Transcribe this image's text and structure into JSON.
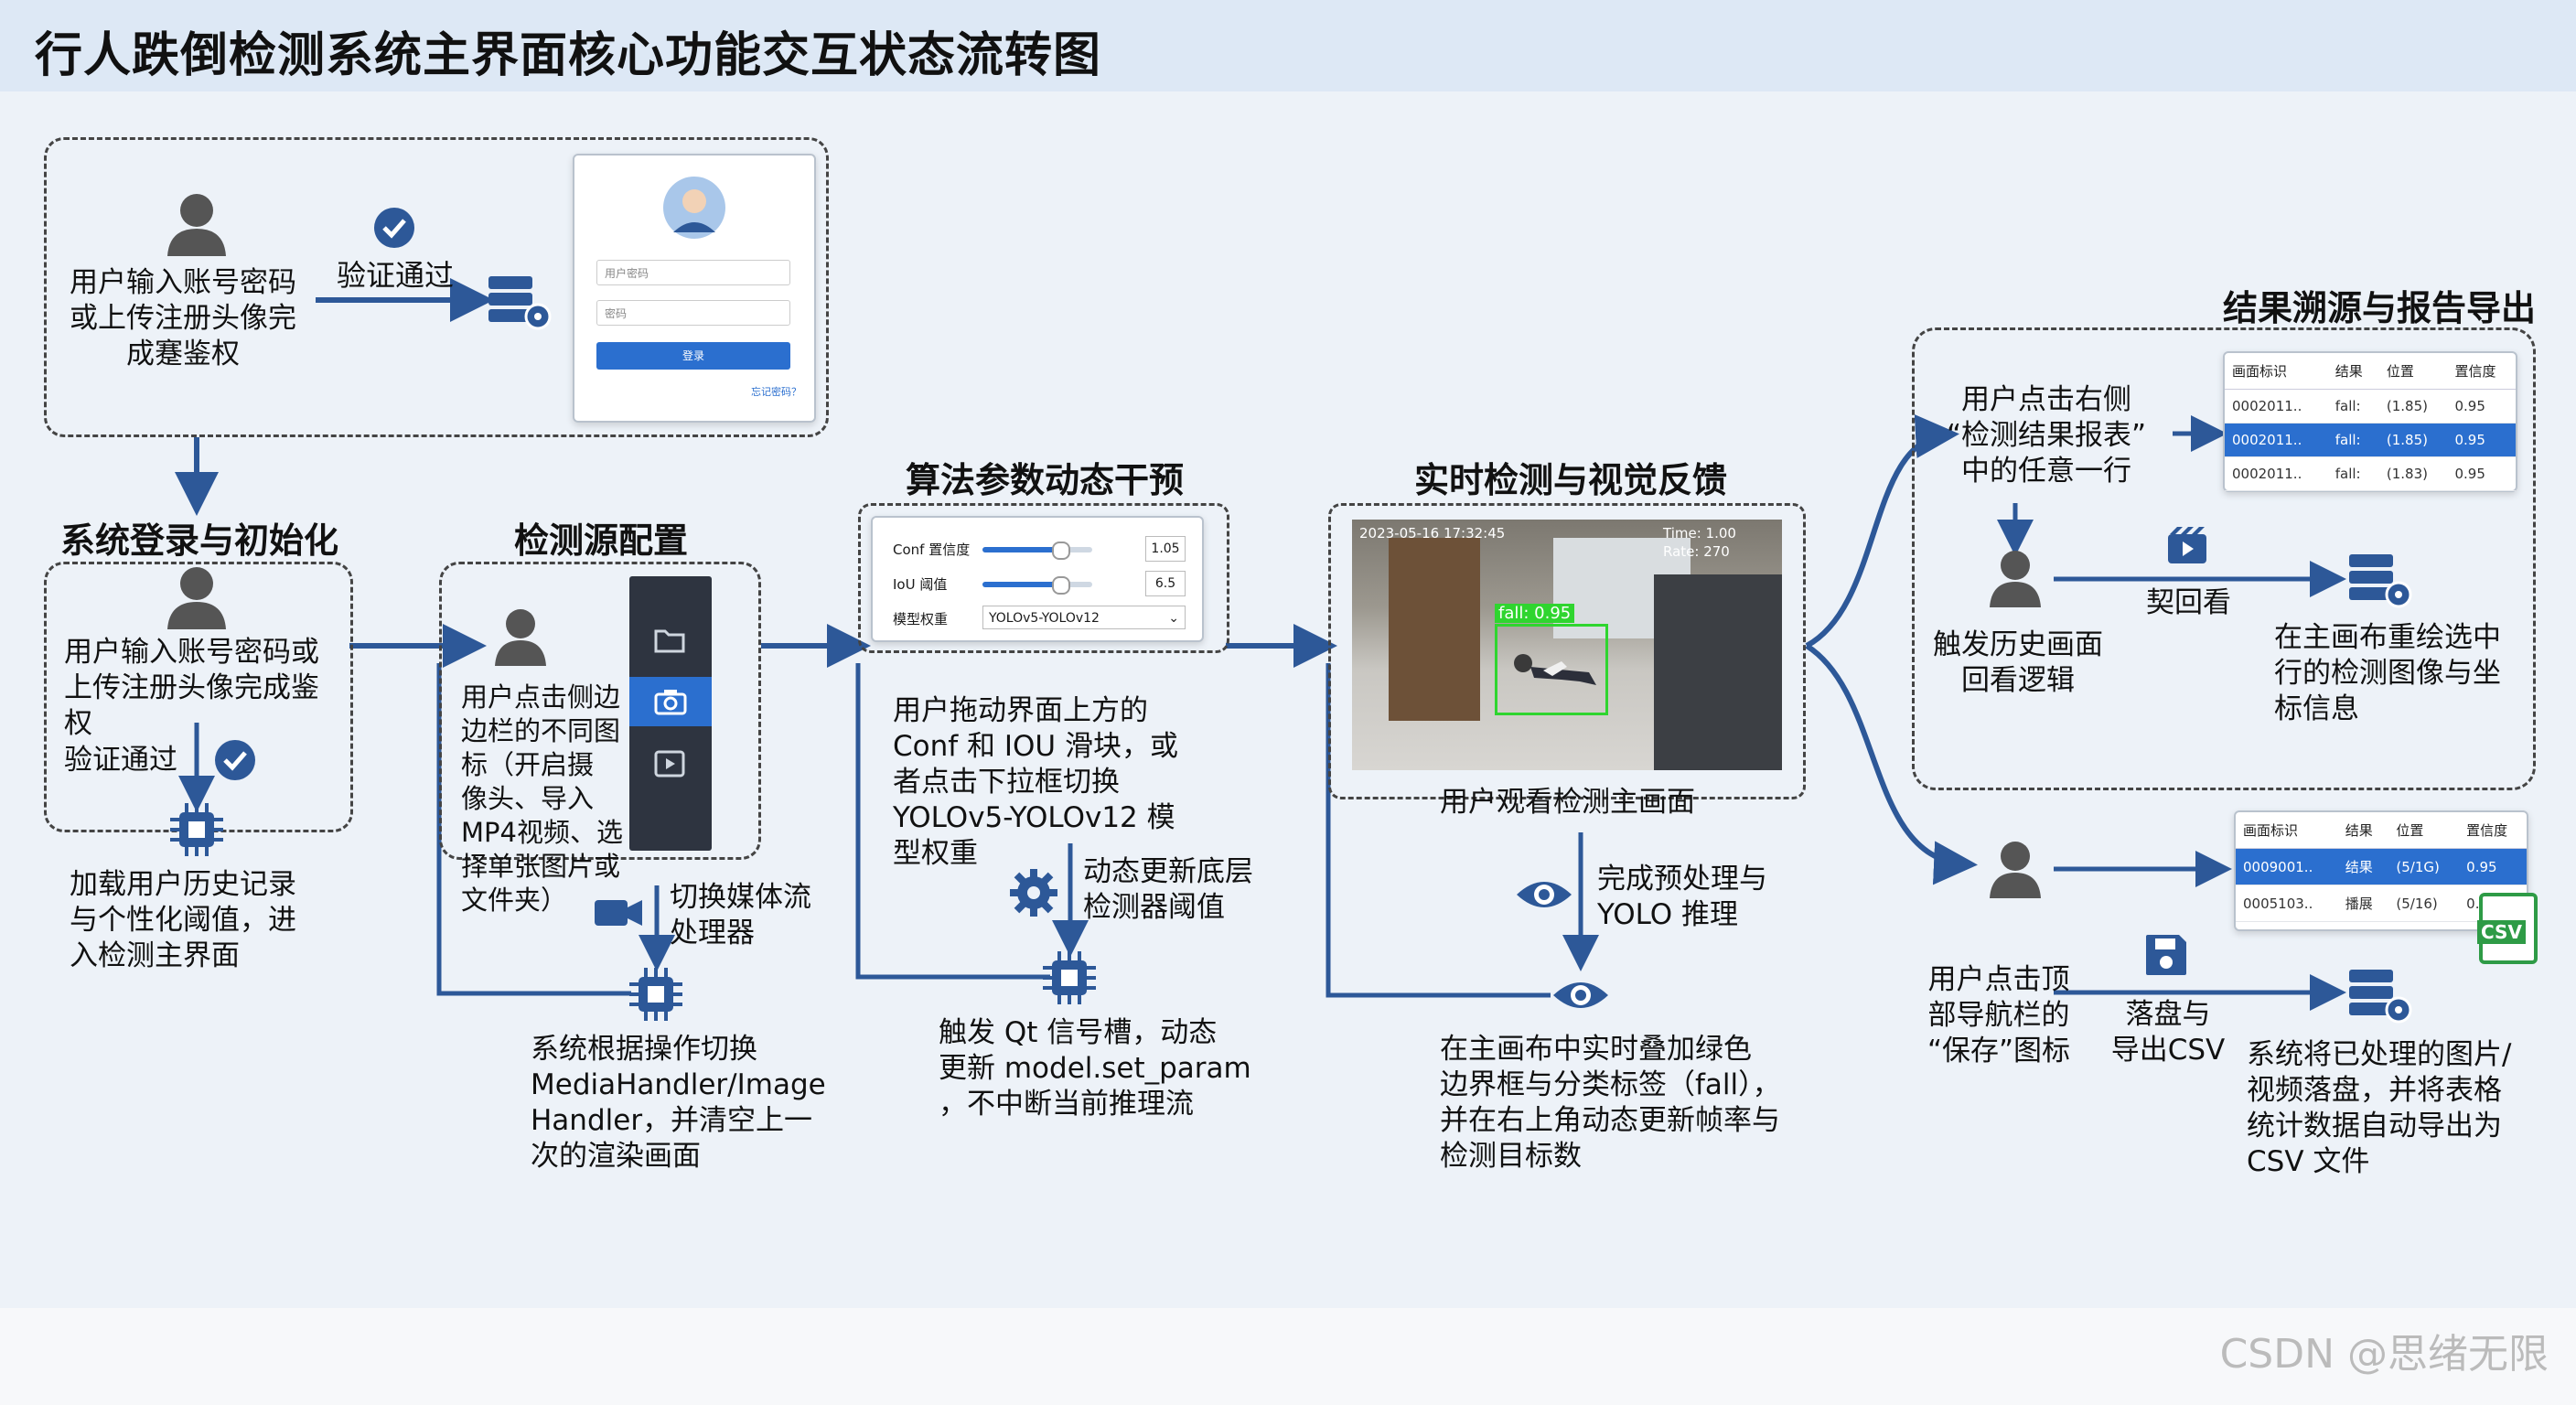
{
  "title": "行人跌倒检测系统主界面核心功能交互状态流转图",
  "watermark": "CSDN @思绪无限",
  "auth": {
    "text": "用户输入账号密码\n或上传注册头像完\n成蹇鉴权",
    "verify_label": "验证通过",
    "login_form": {
      "username_placeholder": "用户密码",
      "password_placeholder": "密码",
      "button": "登录",
      "link": "忘记密码？"
    }
  },
  "login_init": {
    "title": "系统登录与初始化",
    "text": "用户输入账号密码或\n上传注册头像完成鉴\n权",
    "verify_label": "验证通过",
    "load_text": "加载用户历史记录\n与个性化阈值，进\n入检测主界面"
  },
  "source": {
    "title": "检测源配置",
    "text": "用户点击侧边\n边栏的不同图\n标（开启摄\n像头、导入\nMP4视频、选\n择单张图片或\n文件夹）",
    "switch_label": "切换媒体流\n处理器",
    "result_text": "系统根据操作切换\nMediaHandler/Image\nHandler，并清空上一\n次的渲染画面"
  },
  "params": {
    "title": "算法参数动态干预",
    "conf_label": "Conf 置信度",
    "conf_value": "1.05",
    "iou_label": "IoU 阈值",
    "iou_value": "6.5",
    "model_label": "模型权重",
    "model_value": "YOLOv5-YOLOv12",
    "text": "用户拖动界面上方的\nConf 和 IOU 滑块，或\n者点击下拉框切换\nYOLOv5-YOLOv12 模\n型权重",
    "update_label": "动态更新底层\n检测器阈值",
    "result_text": "触发 Qt 信号槽，动态\n更新 model.set_param\n，不中断当前推理流"
  },
  "realtime": {
    "title": "实时检测与视觉反馈",
    "timestamp": "2023-05-16 17:32:45",
    "time_label": "Time: 1.00",
    "rate_label": "Rate: 270",
    "box_label": "fall: 0.95",
    "caption": "用户观看检测主画面",
    "process_label": "完成预处理与\nYOLO 推理",
    "result_text": "在主画布中实时叠加绿色\n边界框与分类标签（fall），\n并在右上角动态更新帧率与\n检测目标数"
  },
  "trace": {
    "title": "结果溯源与报告导出",
    "table_headers": [
      "画面标识",
      "结果",
      "位置",
      "置信度"
    ],
    "table_rows": [
      [
        "0002011..",
        "fall:",
        "(1.85)",
        "0.95"
      ],
      [
        "0002011..",
        "fall:",
        "(1.85)",
        "0.95"
      ],
      [
        "0002011..",
        "fall:",
        "(1.83)",
        "0.95"
      ]
    ],
    "text": "用户点击右侧\n“检测结果报表”\n中的任意一行",
    "replay_label": "契回看",
    "trigger_text": "触发历史画面\n回看逻辑",
    "redraw_text": "在主画布重绘选中\n行的检测图像与坐\n标信息"
  },
  "export": {
    "table_headers": [
      "画面标识",
      "结果",
      "位置",
      "置信度"
    ],
    "table_rows": [
      [
        "0009001..",
        "结果",
        "(5/1G)",
        "0.95"
      ],
      [
        "0005103..",
        "播展",
        "(5/16)",
        "0.9"
      ]
    ],
    "csv_badge": "CSV",
    "text": "用户点击顶\n部导航栏的\n“保存”图标",
    "save_label": "落盘与\n导出CSV",
    "result_text": "系统将已处理的图片/\n视频落盘，并将表格\n统计数据自动导出为\nCSV 文件"
  },
  "colors": {
    "arrow": "#2d5898",
    "accent": "#2b6fcf",
    "box": "#2fd52f"
  }
}
